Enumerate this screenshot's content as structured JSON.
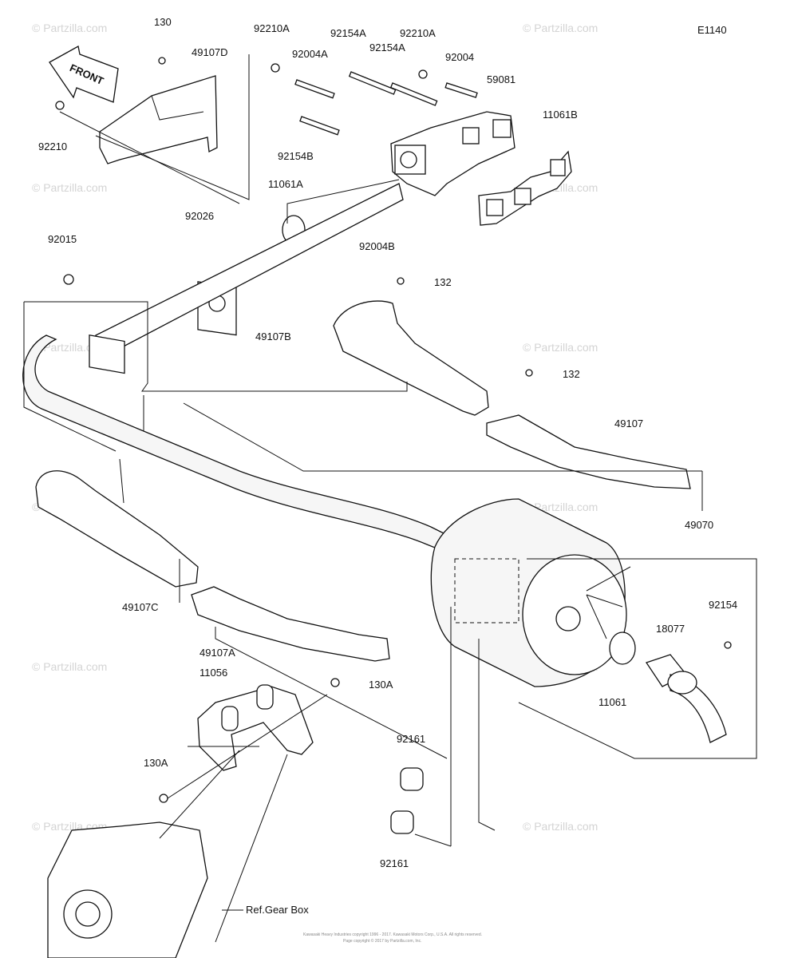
{
  "diagram_code": "E1140",
  "front_arrow_text": "FRONT",
  "reference_text": "Ref.Gear Box",
  "watermark_text": "© Partzilla.com",
  "copyright_line1": "Kawasaki Heavy Industries copyright 1996 - 2017. Kawasaki Motors Corp., U.S.A. All rights reserved.",
  "copyright_line2": "Page copyright © 2017 by Partzilla.com, Inc.",
  "parts": {
    "p130": "130",
    "p49107D": "49107D",
    "p92210A_left": "92210A",
    "p92154A_left": "92154A",
    "p92210A_right": "92210A",
    "p92004A": "92004A",
    "p92154A_right": "92154A",
    "p92004": "92004",
    "p59081": "59081",
    "p11061B": "11061B",
    "p92210": "92210",
    "p92154B": "92154B",
    "p11061A": "11061A",
    "p92026": "92026",
    "p92004B": "92004B",
    "p92015": "92015",
    "p132_top": "132",
    "p49107B": "49107B",
    "p132_mid": "132",
    "p49107": "49107",
    "p49070": "49070",
    "p92154": "92154",
    "p18077": "18077",
    "p49107C": "49107C",
    "p49107A": "49107A",
    "p11056": "11056",
    "p130A_right": "130A",
    "p11061": "11061",
    "p92161_top": "92161",
    "p130A_left": "130A",
    "p92161_bottom": "92161"
  }
}
